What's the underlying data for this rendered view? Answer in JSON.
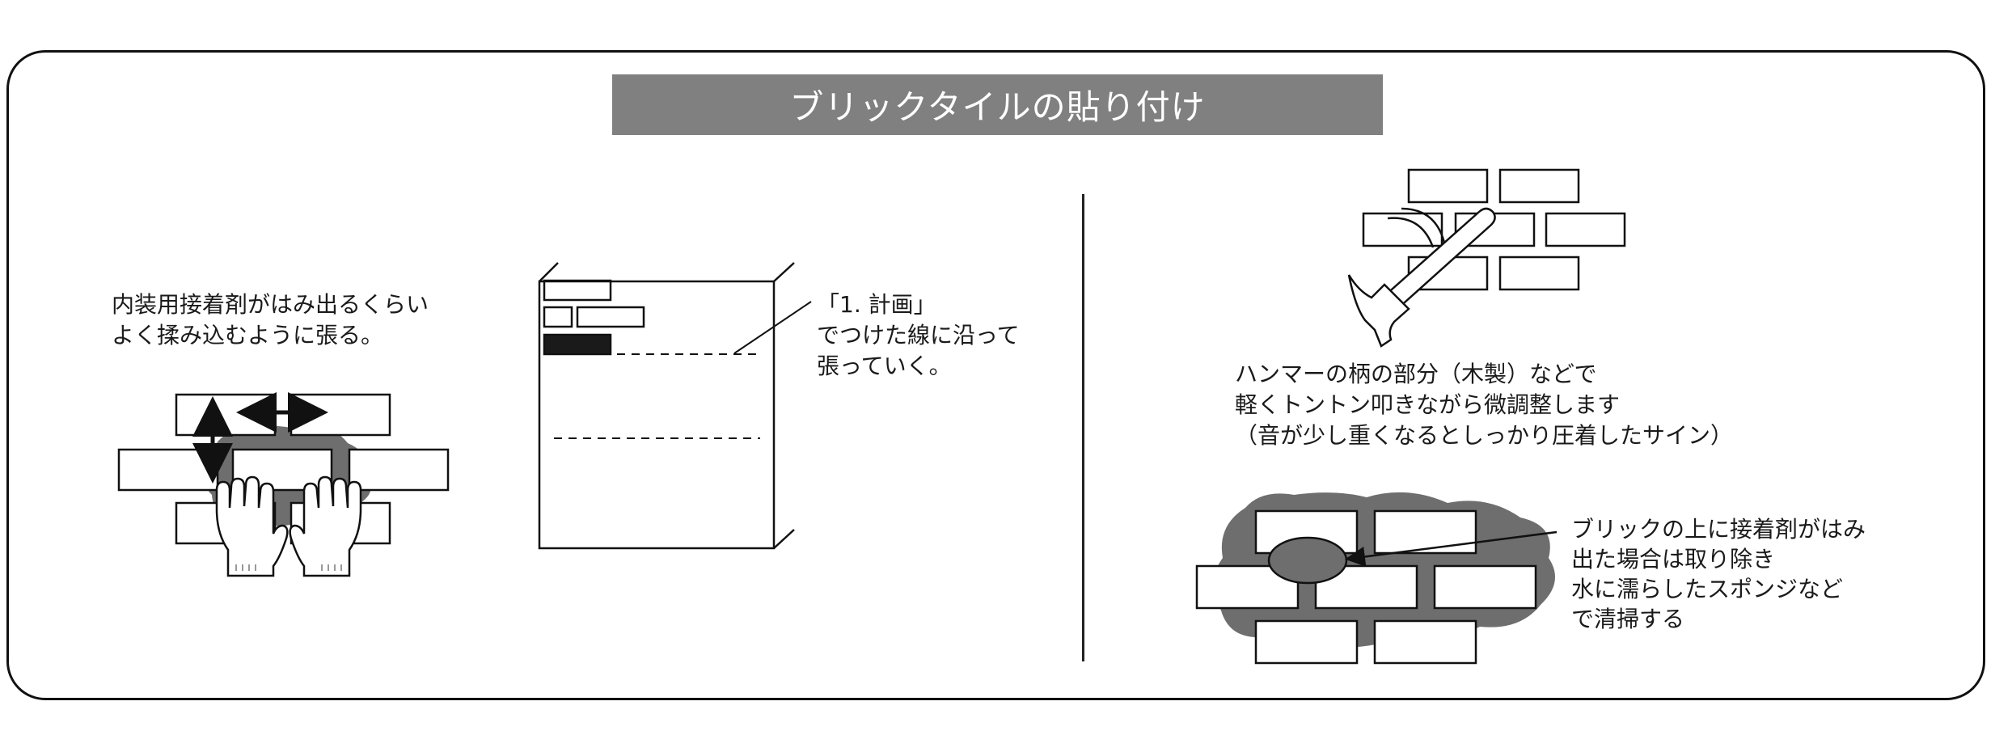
{
  "title": "ブリックタイルの貼り付け",
  "step1": {
    "text": [
      "内装用接着剤がはみ出るくらい",
      "よく揉み込むように張る。"
    ]
  },
  "step2": {
    "text": [
      "「1. 計画」",
      "でつけた線に沿って",
      "張っていく。"
    ]
  },
  "step3": {
    "text": [
      "ハンマーの柄の部分（木製）などで",
      "軽くトントン叩きながら微調整します",
      "（音が少し重くなるとしっかり圧着したサイン）"
    ]
  },
  "step4": {
    "text": [
      "ブリックの上に接着剤がはみ",
      "出た場合は取り除き",
      "水に濡らしたスポンジなど",
      "で清掃する"
    ]
  },
  "colors": {
    "frame": "#111111",
    "title_bg": "#808080",
    "adhesive": "#6e6e6e",
    "tile_fill": "#ffffff",
    "marker": "#1a1a1a"
  }
}
